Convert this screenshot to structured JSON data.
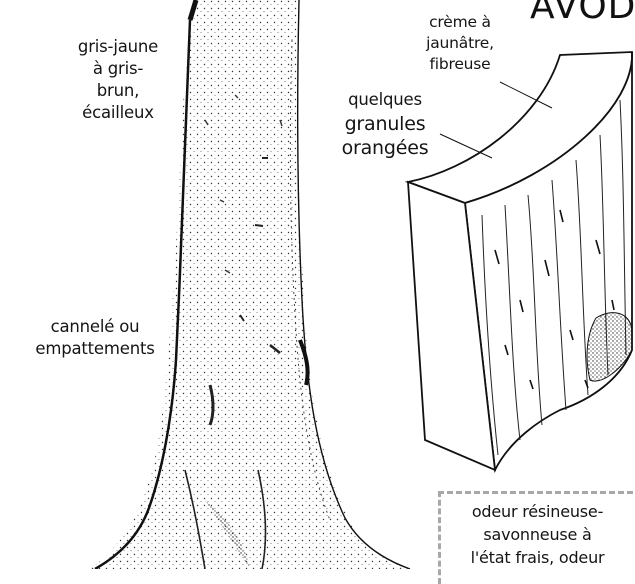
{
  "title": "AVOD",
  "labels": {
    "bark_color": [
      "gris-jaune",
      "à gris-",
      "brun,",
      "écailleux"
    ],
    "sapwood": [
      "crème à",
      "jaunâtre,",
      "fibreuse"
    ],
    "granules": [
      "quelques",
      "granules",
      "orangées"
    ],
    "base": [
      "cannelé ou",
      "empattements"
    ],
    "odor": [
      "odeur résineuse-",
      "savonneuse à",
      "l'état frais, odeur"
    ]
  },
  "colors": {
    "ink": "#151515",
    "dash": "#a8a8a8"
  }
}
